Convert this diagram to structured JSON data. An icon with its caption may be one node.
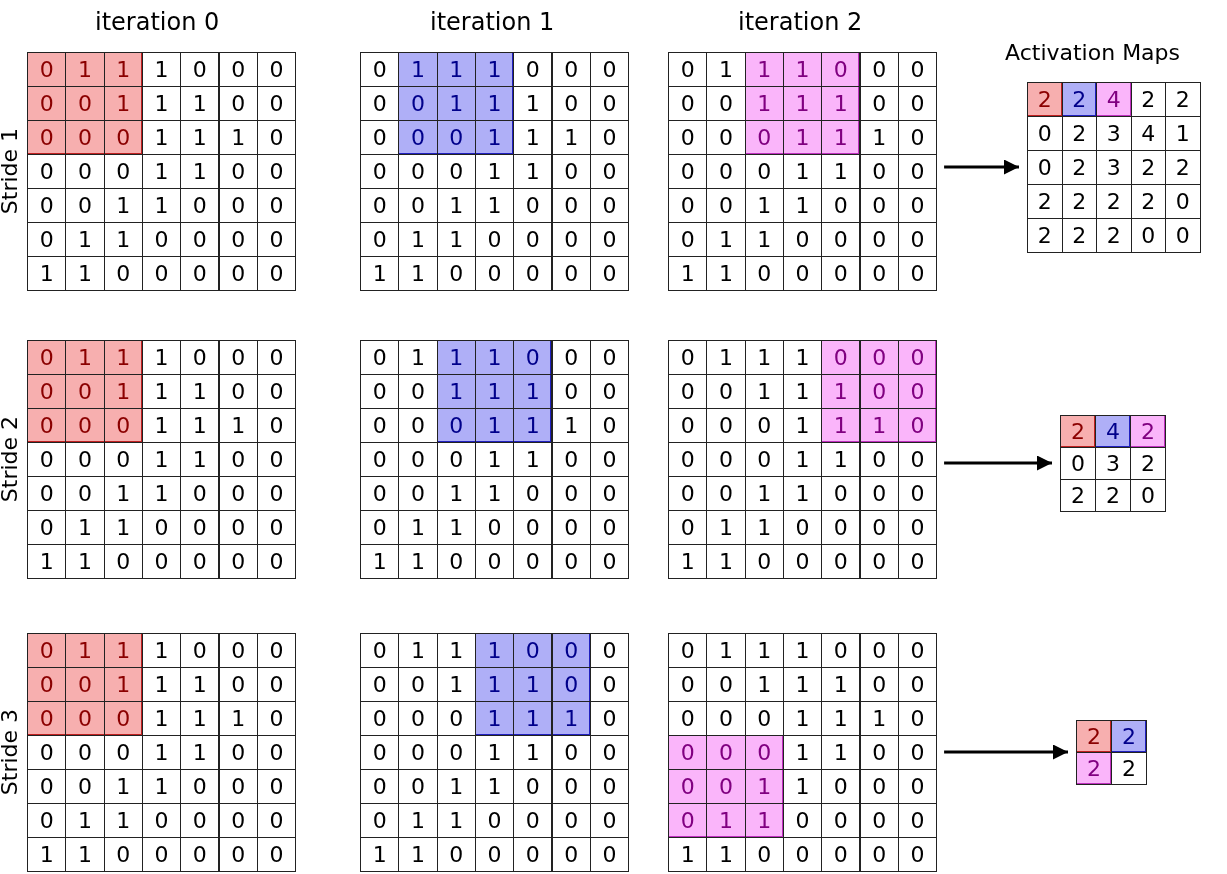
{
  "diagram": {
    "nodes": [
      {
        "text": [
          "0",
          "1",
          "1",
          "1",
          "0",
          "0",
          "0",
          "0",
          "0",
          "1",
          "1",
          "1",
          "0",
          "0",
          "0",
          "0",
          "0",
          "1",
          "1",
          "1",
          "0",
          "0",
          "0",
          "0",
          "1",
          "1",
          "0",
          "0",
          "0",
          "0",
          "1",
          "1",
          "0",
          "0",
          "0",
          "0",
          "1",
          "1",
          "0",
          "0",
          "0",
          "0",
          "1",
          "1",
          "0",
          "0",
          "0",
          "0",
          "0"
        ]
      },
      {
        "text": [
          "0",
          "1",
          "1",
          "1",
          "0",
          "0",
          "0",
          "0",
          "0",
          "1",
          "1",
          "1",
          "0",
          "0",
          "0",
          "0",
          "0",
          "1",
          "1",
          "1",
          "0",
          "0",
          "0",
          "0",
          "1",
          "1",
          "0",
          "0",
          "0",
          "0",
          "1",
          "1",
          "0",
          "0",
          "0",
          "0",
          "1",
          "1",
          "0",
          "0",
          "0",
          "0",
          "1",
          "1",
          "0",
          "0",
          "0",
          "0",
          "0"
        ]
      },
      {
        "text": [
          "0",
          "1",
          "1",
          "1",
          "0",
          "0",
          "0",
          "0",
          "0",
          "1",
          "1",
          "1",
          "0",
          "0",
          "0",
          "0",
          "0",
          "1",
          "1",
          "1",
          "0",
          "0",
          "0",
          "0",
          "1",
          "1",
          "0",
          "0",
          "0",
          "0",
          "1",
          "1",
          "0",
          "0",
          "0",
          "0",
          "1",
          "1",
          "0",
          "0",
          "0",
          "0",
          "1",
          "1",
          "0",
          "0",
          "0",
          "0",
          "0"
        ]
      },
      {
        "text": [
          "2",
          "2",
          "4",
          "2",
          "2",
          "0",
          "2",
          "3",
          "4",
          "1",
          "0",
          "2",
          "3",
          "2",
          "2",
          "2",
          "2",
          "2",
          "2",
          "0",
          "2",
          "2",
          "2",
          "0",
          "0"
        ]
      },
      {
        "text": [
          "0",
          "1",
          "1",
          "1",
          "0",
          "0",
          "0",
          "0",
          "0",
          "1",
          "1",
          "1",
          "0",
          "0",
          "0",
          "0",
          "0",
          "1",
          "1",
          "1",
          "0",
          "0",
          "0",
          "0",
          "1",
          "1",
          "0",
          "0",
          "0",
          "0",
          "1",
          "1",
          "0",
          "0",
          "0",
          "0",
          "1",
          "1",
          "0",
          "0",
          "0",
          "0",
          "1",
          "1",
          "0",
          "0",
          "0",
          "0",
          "0"
        ]
      },
      {
        "text": [
          "0",
          "1",
          "1",
          "1",
          "0",
          "0",
          "0",
          "0",
          "0",
          "1",
          "1",
          "1",
          "0",
          "0",
          "0",
          "0",
          "0",
          "1",
          "1",
          "1",
          "0",
          "0",
          "0",
          "0",
          "1",
          "1",
          "0",
          "0",
          "0",
          "0",
          "1",
          "1",
          "0",
          "0",
          "0",
          "0",
          "1",
          "1",
          "0",
          "0",
          "0",
          "0",
          "1",
          "1",
          "0",
          "0",
          "0",
          "0",
          "0"
        ]
      },
      {
        "text": [
          "0",
          "1",
          "1",
          "1",
          "0",
          "0",
          "0",
          "0",
          "0",
          "1",
          "1",
          "1",
          "0",
          "0",
          "0",
          "0",
          "0",
          "1",
          "1",
          "1",
          "0",
          "0",
          "0",
          "0",
          "1",
          "1",
          "0",
          "0",
          "0",
          "0",
          "1",
          "1",
          "0",
          "0",
          "0",
          "0",
          "1",
          "1",
          "0",
          "0",
          "0",
          "0",
          "1",
          "1",
          "0",
          "0",
          "0",
          "0",
          "0"
        ]
      },
      {
        "text": [
          "2",
          "4",
          "2",
          "0",
          "3",
          "2",
          "2",
          "2",
          "0"
        ]
      },
      {
        "text": [
          "0",
          "1",
          "1",
          "1",
          "0",
          "0",
          "0",
          "0",
          "0",
          "1",
          "1",
          "1",
          "0",
          "0",
          "0",
          "0",
          "0",
          "1",
          "1",
          "1",
          "0",
          "0",
          "0",
          "0",
          "1",
          "1",
          "0",
          "0",
          "0",
          "0",
          "1",
          "1",
          "0",
          "0",
          "0",
          "0",
          "1",
          "1",
          "0",
          "0",
          "0",
          "0",
          "1",
          "1",
          "0",
          "0",
          "0",
          "0",
          "0"
        ]
      },
      {
        "text": [
          "0",
          "1",
          "1",
          "1",
          "0",
          "0",
          "0",
          "0",
          "0",
          "1",
          "1",
          "1",
          "0",
          "0",
          "0",
          "0",
          "0",
          "1",
          "1",
          "1",
          "0",
          "0",
          "0",
          "0",
          "1",
          "1",
          "0",
          "0",
          "0",
          "0",
          "1",
          "1",
          "0",
          "0",
          "0",
          "0",
          "1",
          "1",
          "0",
          "0",
          "0",
          "0",
          "1",
          "1",
          "0",
          "0",
          "0",
          "0",
          "0"
        ]
      },
      {
        "text": [
          "0",
          "1",
          "1",
          "1",
          "0",
          "0",
          "0",
          "0",
          "0",
          "1",
          "1",
          "1",
          "0",
          "0",
          "0",
          "0",
          "0",
          "1",
          "1",
          "1",
          "0",
          "0",
          "0",
          "0",
          "1",
          "1",
          "0",
          "0",
          "0",
          "0",
          "1",
          "1",
          "0",
          "0",
          "0",
          "0",
          "1",
          "1",
          "0",
          "0",
          "0",
          "0",
          "1",
          "1",
          "0",
          "0",
          "0",
          "0",
          "0"
        ]
      },
      {
        "text": [
          "2",
          "2",
          "2",
          "2"
        ]
      }
    ],
    "edges": [
      {
        "from": 2,
        "to": 3,
        "arrow": "to"
      },
      {
        "from": 6,
        "to": 7,
        "arrow": "to"
      },
      {
        "from": 10,
        "to": 11,
        "arrow": "to"
      }
    ],
    "labels": [
      "iteration 0",
      "iteration 1",
      "iteration 2",
      "Activation Maps",
      "Stride 1",
      "Stride 2",
      "Stride 3"
    ]
  }
}
